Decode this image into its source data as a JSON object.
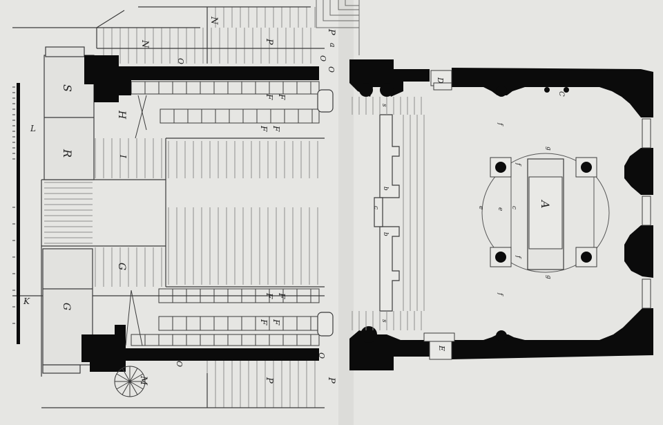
{
  "plan": {
    "colors": {
      "paper": "#e9e9e6",
      "paper_shade": "#d6d6d3",
      "ink": "#0b0b0b",
      "line": "#3a3a3a",
      "faint": "#9a9a98"
    },
    "labels": {
      "N_top": "N",
      "N_mid": "N",
      "P_top": "P",
      "P_bot1": "P",
      "P_bot2": "P",
      "a_top": "a",
      "O_1": "O",
      "O_2": "O",
      "O_3": "O",
      "O_4": "O",
      "O_5": "O",
      "S": "S",
      "R": "R",
      "H": "H",
      "I": "I",
      "L": "L",
      "F1": "F",
      "F2": "F",
      "F3": "F",
      "F4": "F",
      "F5": "F",
      "F6": "F",
      "F7": "F",
      "F8": "F",
      "G1": "G",
      "G2": "G",
      "K": "K",
      "M": "M",
      "D": "D",
      "E": "E",
      "C": "C",
      "A": "A",
      "b1": "b",
      "b2": "b",
      "c1": "c",
      "c2": "c",
      "e1": "e",
      "e2": "e",
      "f1": "f",
      "f2": "f",
      "f3": "f",
      "f4": "f",
      "g1": "g",
      "g2": "g",
      "s1": "s",
      "s2": "s"
    }
  }
}
